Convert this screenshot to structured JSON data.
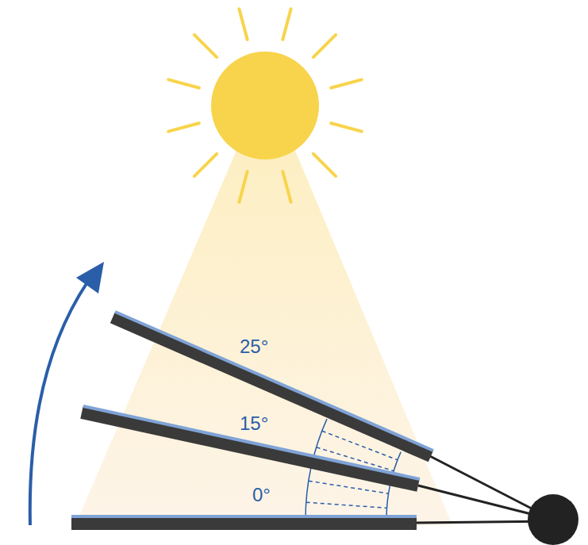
{
  "diagram": {
    "labels": [
      "25°",
      "15°",
      "0°"
    ]
  }
}
